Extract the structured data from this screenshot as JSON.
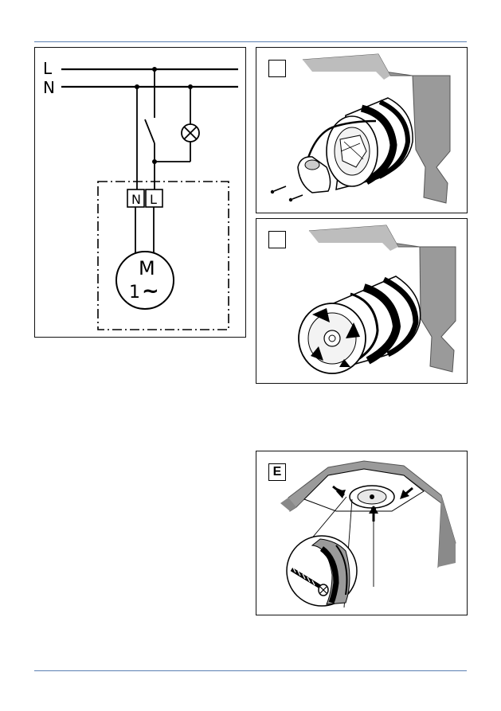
{
  "wiring_diagram": {
    "line_label": "L",
    "neutral_label": "N",
    "terminal_n": "N",
    "terminal_l": "L",
    "motor_letter": "M",
    "motor_phase": "1",
    "motor_ac_symbol": "~"
  },
  "steps": [
    {
      "label": ""
    },
    {
      "label": ""
    },
    {
      "label": "E"
    }
  ],
  "colors": {
    "rule": "#5b7fb2",
    "duct_grey": "#9a9a9a",
    "line_art": "#000000"
  }
}
